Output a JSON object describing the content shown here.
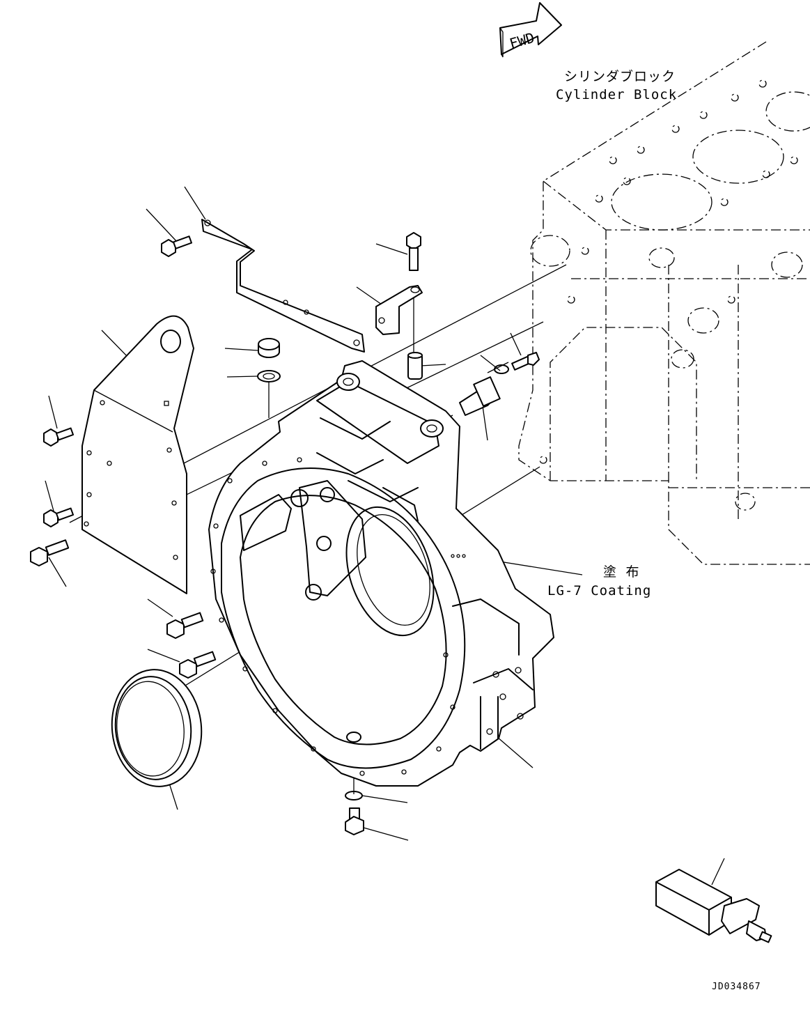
{
  "labels": {
    "fwd": "FWD",
    "cylinder_block_jp": "シリンダブロック",
    "cylinder_block_en": "Cylinder Block",
    "coating_jp": "塗 布",
    "coating_en": "LG-7 Coating",
    "drawing_code": "JD034867"
  }
}
